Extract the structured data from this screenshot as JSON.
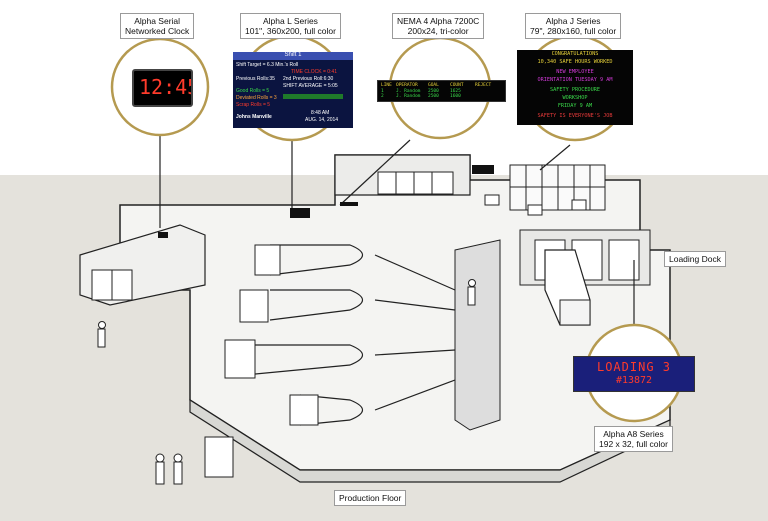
{
  "callouts": {
    "serial_clock": {
      "line1": "Alpha Serial",
      "line2": "Networked Clock"
    },
    "l_series": {
      "line1": "Alpha L Series",
      "line2": "101\", 360x200, full color"
    },
    "nema": {
      "line1": "NEMA 4 Alpha 7200C",
      "line2": "200x24, tri-color"
    },
    "j_series": {
      "line1": "Alpha J Series",
      "line2": "79\", 280x160, full color"
    },
    "a8_series": {
      "line1": "Alpha A8 Series",
      "line2": "192 x 32, full color"
    }
  },
  "areas": {
    "loading_dock": "Loading Dock",
    "production_floor": "Production Floor"
  },
  "clock": {
    "time": "12:45"
  },
  "l_screen": {
    "header": "Shift 1",
    "target": "Shift Target = 6.3 Min.'s Roll",
    "time_clock": "TIME CLOCK = 0:41",
    "previous_rolls": "Previous Rolls:35",
    "second_previous": "2nd Previous Roll:6:30",
    "shift_average": "SHIFT AVERAGE = 5:05",
    "good_rolls": "Good Rolls = 5",
    "deviated_rolls": "Deviated Rolls = 3",
    "scrap_rolls": "Scrap Rolls = 5",
    "brand": "Johns Manville",
    "time": "8:48 AM",
    "date": "AUG. 14, 2014"
  },
  "nema_screen": {
    "headers": [
      "LINE",
      "OPERATOR",
      "GOAL",
      "COUNT",
      "REJECT"
    ],
    "rows": [
      [
        "1",
        "J. Random",
        "2500",
        "1625",
        ""
      ],
      [
        "2",
        "J. Random",
        "2500",
        "1600",
        ""
      ]
    ]
  },
  "j_screen": {
    "lines": [
      "CONGRATULATIONS",
      "10,340 SAFE HOURS WORKED",
      "NEW EMPLOYEE",
      "ORIENTATION TUESDAY 9 AM",
      "SAFETY PROCEDURE",
      "WORKSHOP",
      "FRIDAY 9 AM",
      "SAFETY IS EVERYONE'S JOB"
    ],
    "colors": [
      "#e8d23a",
      "#e8d23a",
      "#d23ad8",
      "#d23ad8",
      "#3ad84a",
      "#3ad84a",
      "#3ad84a",
      "#e83a3a"
    ]
  },
  "a8_screen": {
    "line1": "LOADING 3",
    "line2": "#13872"
  },
  "colors": {
    "accent_circle": "#b59a50",
    "led_red": "#ff3b2b",
    "floor": "#e4e2dc",
    "building": "#f4f4f2"
  }
}
